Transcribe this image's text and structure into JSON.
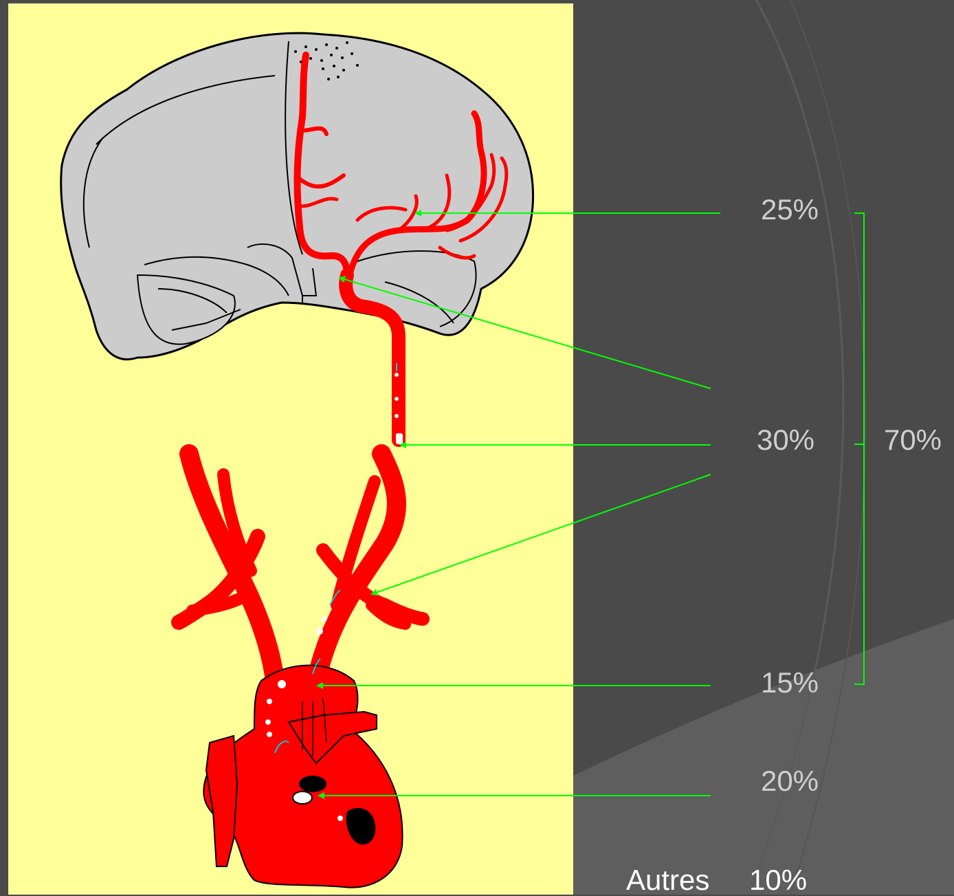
{
  "colors": {
    "background": "#4a4a4a",
    "panel": "#ffff99",
    "artery": "#ff0000",
    "brain": "#cccccc",
    "leader_lines": "#00ff00",
    "label_text": "#cfcfcf",
    "other_text": "#ffffff"
  },
  "labels": {
    "p25": "25%",
    "p30": "30%",
    "p70": "70%",
    "p15": "15%",
    "p20": "20%",
    "autres": "Autres",
    "p10": "10%"
  },
  "icons": {
    "illustration": "heart-and-cerebral-arteries-illustration"
  }
}
